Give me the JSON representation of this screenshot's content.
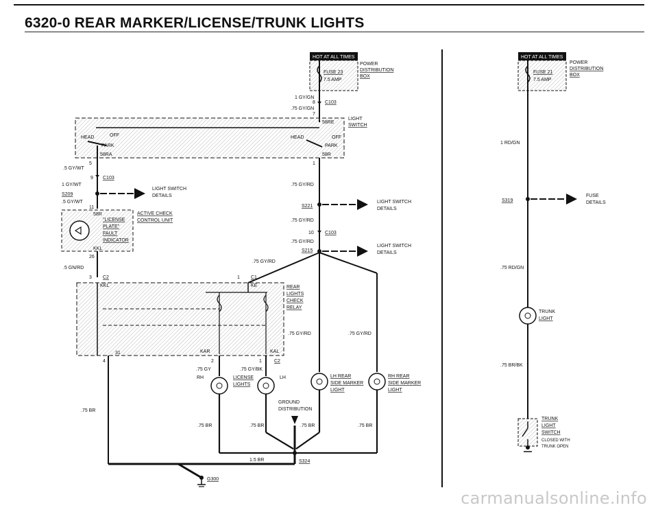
{
  "title": "6320-0  REAR MARKER/LICENSE/TRUNK LIGHTS",
  "watermark": "carmanualsonline.info",
  "colors": {
    "line": "#111111",
    "hatch": "#9a9a9a",
    "badge_bg": "#111111",
    "badge_text": "#ffffff"
  },
  "left": {
    "hot_badge": "HOT AT ALL TIMES",
    "power_dist": [
      "POWER",
      "DISTRIBUTION",
      "BOX"
    ],
    "fuse": "FUSE 23",
    "fuse_amp": "7.5 AMP",
    "wire_1gygn": "1 GY/GN",
    "conn_c103_8": "8",
    "c103": "C103",
    "wire_75gygn": ".75 GY/GN",
    "pin7": "7",
    "light_switch": [
      "LIGHT",
      "SWITCH"
    ],
    "sw_58re": "58RE",
    "sw_head": "HEAD",
    "sw_off": "OFF",
    "sw_park": "PARK",
    "sw_58ra": "58RA",
    "sw_58r": "58R",
    "pin5": "5",
    "pin1": "1",
    "wire_5gywt": ".5 GY/WT",
    "pin9": "9",
    "wire_1gywt": "1 GY/WT",
    "s209": "S209",
    "light_sw_details": [
      "LIGHT SWITCH",
      "DETAILS"
    ],
    "wire_5gywt2": ".5 GY/WT",
    "pin11": "11",
    "lcu_58r": "58R",
    "lcu_label": [
      "\"LICENSE",
      "PLATE\"",
      "FAULT",
      "INDICATOR"
    ],
    "lcu_kkl": "KKL",
    "active_check": [
      "ACTIVE CHECK",
      "CONTROL UNIT"
    ],
    "pin26": "26",
    "wire_5gnrd": ".5 GN/RD",
    "wire_75gyrd_a": ".75 GY/RD",
    "s221": "S221",
    "light_sw_details2": [
      "LIGHT SWITCH",
      "DETAILS"
    ],
    "wire_75gyrd_b": ".75 GY/RD",
    "pin10": "10",
    "c103b": "C103",
    "wire_75gyrd_c": ".75 GY/RD",
    "s215": "S215",
    "light_sw_details3": [
      "LIGHT SWITCH",
      "DETAILS"
    ],
    "wire_75gyrd_d": ".75 GY/RD",
    "pin3": "3",
    "c2": "C2",
    "kkl": "KKL",
    "pin1b": "1",
    "c1": "C1",
    "ke": "KE",
    "relay": [
      "REAR",
      "LIGHTS",
      "CHECK",
      "RELAY"
    ],
    "wire_75gyrd_e": ".75 GY/RD",
    "wire_75gyrd_f": ".75 GY/RD",
    "pin31": "31",
    "pin4": "4",
    "kar": "KAR",
    "kal": "KAL",
    "pin2": "2",
    "pin1c": "1",
    "c2b": "C2",
    "wire_75gy": ".75 GY",
    "wire_75gybk": ".75 GY/BK",
    "rh": "RH",
    "license_lights": [
      "LICENSE",
      "LIGHTS"
    ],
    "lh": "LH",
    "lh_rear": [
      "LH REAR",
      "SIDE MARKER",
      "LIGHT"
    ],
    "rh_rear": [
      "RH REAR",
      "SIDE MARKER",
      "LIGHT"
    ],
    "wire_75br_left": ".75 BR",
    "ground_dist": [
      "GROUND",
      "DISTRIBUTION"
    ],
    "wire_75br_1": ".75 BR",
    "wire_75br_2": ".75 BR",
    "wire_75br_3": ".75 BR",
    "wire_75br_4": ".75 BR",
    "wire_15br": "1.5 BR",
    "s324": "S324",
    "g300": "G300"
  },
  "right": {
    "hot_badge": "HOT AT ALL TIMES",
    "power_dist": [
      "POWER",
      "DISTRIBUTION",
      "BOX"
    ],
    "fuse": "FUSE 21",
    "fuse_amp": "7.5 AMP",
    "wire_1rdgn": "1 RD/GN",
    "s319": "S319",
    "fuse_details": [
      "FUSE",
      "DETAILS"
    ],
    "wire_75rdgn": ".75 RD/GN",
    "trunk_light": [
      "TRUNK",
      "LIGHT"
    ],
    "wire_75brbk": ".75 BR/BK",
    "trunk_switch": [
      "TRUNK",
      "LIGHT",
      "SWITCH"
    ],
    "switch_note": [
      "CLOSED WITH",
      "TRUNK OPEN"
    ]
  }
}
